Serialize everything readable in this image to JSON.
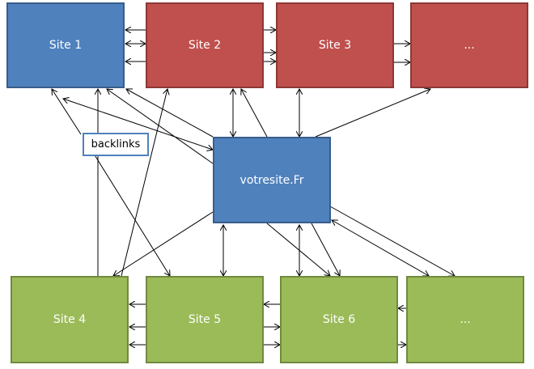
{
  "nodes": {
    "site1": "Site 1",
    "site2": "Site 2",
    "site3": "Site 3",
    "top_more": "...",
    "center": "votresite.Fr",
    "site4": "Site 4",
    "site5": "Site 5",
    "site6": "Site 6",
    "bottom_more": "..."
  },
  "label": "backlinks",
  "colors": {
    "blue": "#4f81bd",
    "red": "#c0504d",
    "green": "#9bbb59",
    "arrow": "#000000"
  }
}
